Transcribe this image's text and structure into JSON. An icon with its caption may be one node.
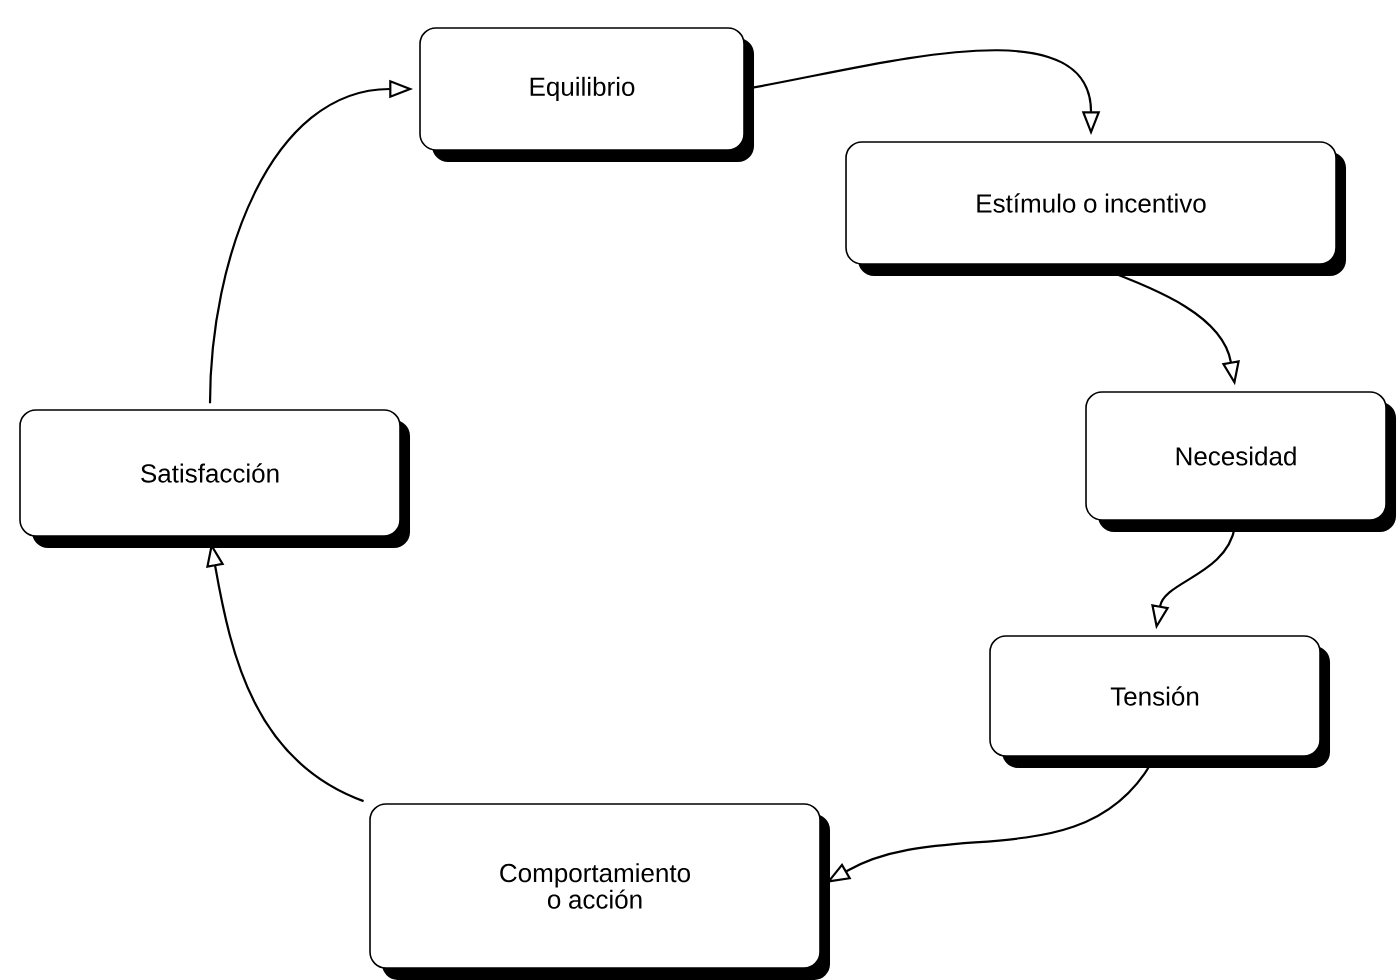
{
  "diagram": {
    "nodes": [
      {
        "text": [
          "Equilibrio"
        ]
      },
      {
        "text": [
          "Estímulo o incentivo"
        ]
      },
      {
        "text": [
          "Necesidad"
        ]
      },
      {
        "text": [
          "Tensión"
        ]
      },
      {
        "text": [
          "Comportamiento o acción"
        ]
      },
      {
        "text": [
          "Satisfacción"
        ]
      }
    ],
    "edges": [
      {
        "from": 0,
        "to": 1,
        "arrow": "to"
      },
      {
        "from": 1,
        "to": 2,
        "arrow": "to"
      },
      {
        "from": 2,
        "to": 3,
        "arrow": "to"
      },
      {
        "from": 3,
        "to": 4,
        "arrow": "to"
      },
      {
        "from": 4,
        "to": 5,
        "arrow": "to"
      },
      {
        "from": 5,
        "to": 0,
        "arrow": "to"
      }
    ]
  }
}
